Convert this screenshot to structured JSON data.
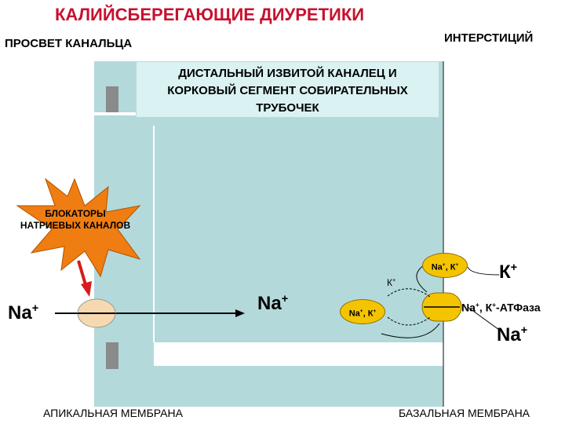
{
  "title": "КАЛИЙСБЕРЕГАЮЩИЕ ДИУРЕТИКИ",
  "lumen_label": "ПРОСВЕТ КАНАЛЬЦА",
  "interstitium_label": "ИНТЕРСТИЦИЙ",
  "segment_label": {
    "line1": "ДИСТАЛЬНЫЙ ИЗВИТОЙ КАНАЛЕЦ И",
    "line2": "КОРКОВЫЙ СЕГМЕНТ СОБИРАТЕЛЬНЫХ",
    "line3": "ТРУБОЧЕК"
  },
  "blocker_label": {
    "line1": "БЛОКАТОРЫ",
    "line2": "НАТРИЕВЫХ КАНАЛОВ"
  },
  "ions": {
    "na": "Na",
    "k": "К",
    "na_k_top": "Na",
    "na_k_top_k": ", К",
    "na_k_left": "Na",
    "na_k_left_k": ", К",
    "plus": "+"
  },
  "atpase_label": {
    "prefix": "Na",
    "middle": ", К",
    "suffix": "-АТФаза"
  },
  "apical_label": "АПИКАЛЬНАЯ МЕМБРАНА",
  "basal_label": "БАЗАЛЬНАЯ МЕМБРАНА",
  "colors": {
    "title": "#c8102e",
    "cell": "#b3d9db",
    "starburst": "#f07d12",
    "pump": "#f5c400",
    "channel": "#f6d9b0",
    "arrow_red": "#d81b1b"
  }
}
